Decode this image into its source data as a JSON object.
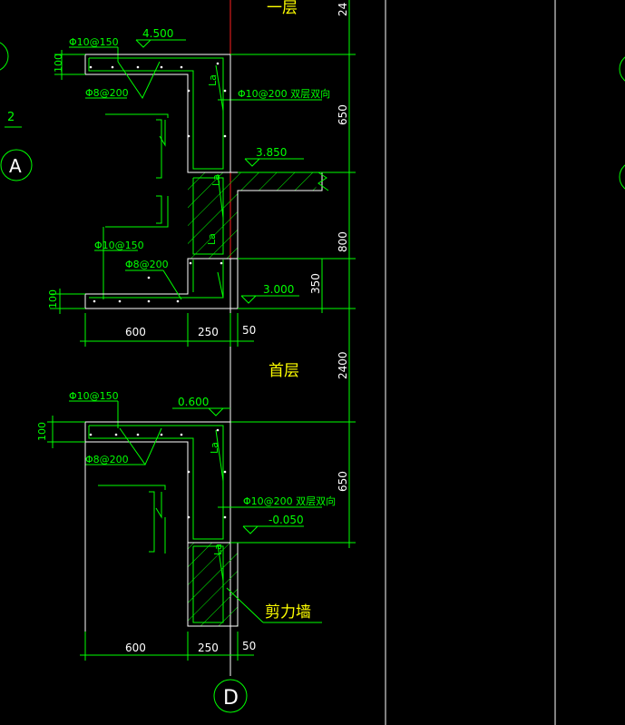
{
  "top_section": {
    "floor_label": "一层",
    "elevation_top": "4.500",
    "elevation_mid": "3.850",
    "elevation_bottom": "3.000",
    "rebar_top": "Φ10@150",
    "rebar_dist": "Φ8@200",
    "rebar_wall": "Φ10@200 双层双向",
    "rebar_lower": "Φ10@150",
    "rebar_lower_dist": "Φ8@200",
    "anchor_1": "La",
    "anchor_2": "La",
    "anchor_3": "La",
    "dim_100_top": "100",
    "dim_100_bottom": "100",
    "dim_600": "600",
    "dim_250": "250",
    "dim_50": "50",
    "dim_24": "24",
    "dim_650": "650",
    "dim_800": "800",
    "dim_350": "350"
  },
  "middle": {
    "floor_label": "首层",
    "dim_2400": "2400"
  },
  "bottom_section": {
    "elevation_top": "0.600",
    "elevation_bottom": "-0.050",
    "rebar_top": "Φ10@150",
    "rebar_dist": "Φ8@200",
    "rebar_wall": "Φ10@200 双层双向",
    "anchor_1": "La",
    "anchor_2": "La",
    "dim_100": "100",
    "dim_650": "650",
    "dim_600": "600",
    "dim_250": "250",
    "dim_50": "50",
    "wall_label": "剪力墙"
  },
  "axes": {
    "axis_a": "A",
    "axis_d": "D",
    "mark_2": "2"
  },
  "colors": {
    "background": "#000000",
    "lines": "#00ff00",
    "structure": "#ffffff",
    "axis": "#ff2020",
    "label": "#ffff00"
  }
}
